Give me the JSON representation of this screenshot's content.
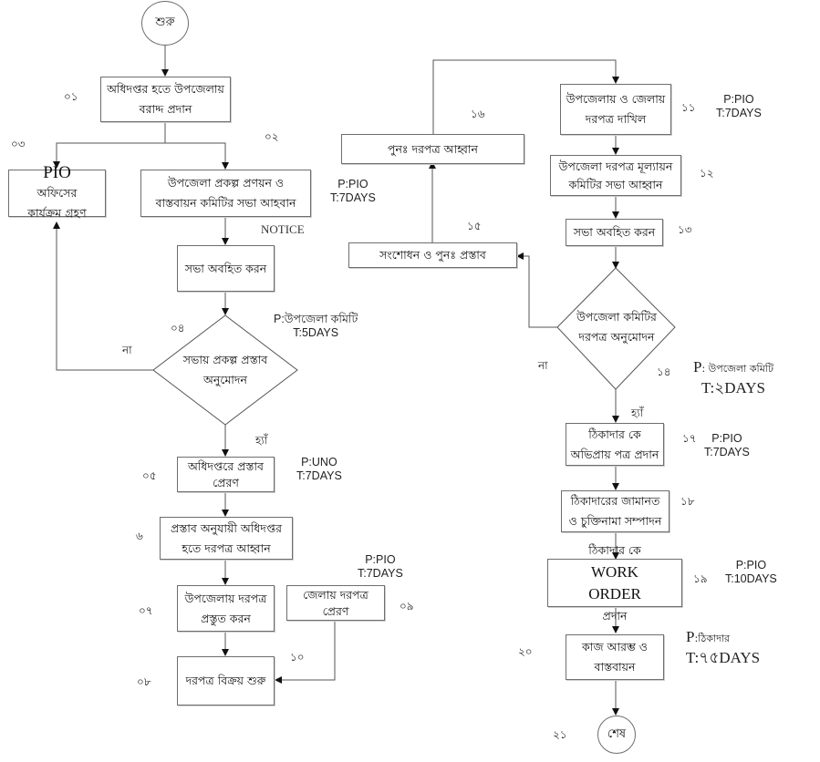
{
  "title": "দরপত্র প্রক্রিয়া ফ্লোচার্ট",
  "start": "শুরু",
  "end": "শেষ",
  "steps": {
    "s01": {
      "num": "০১",
      "line1": "অধিদপ্তর হতে উপজেলায়",
      "line2": "বরাদ্দ  প্রদান"
    },
    "s02": {
      "num": "০২",
      "line1": "উপজেলা প্রকল্প প্রণয়ন ও",
      "line2": "বাস্তবায়ন কমিটির সভা আহবান",
      "person": "P:PIO",
      "time": "T:7DAYS",
      "note": "NOTICE"
    },
    "s03": {
      "num": "০৩",
      "line1_en": "PIO",
      "line1": "অফিসের",
      "line2": "কার্যক্রম গ্রহণ"
    },
    "s03b": {
      "line1": "সভা অবহিত করন"
    },
    "s04": {
      "num": "০৪",
      "line1": "সভায় প্রকল্প প্রস্তাব",
      "line2": "অনুমোদন",
      "person": "P:উপজেলা কমিটি",
      "time": "T:5DAYS",
      "no": "না",
      "yes": "হ্যাঁ"
    },
    "s05": {
      "num": "০৫",
      "line1": "অধিদপ্তরে প্রস্তাব",
      "line2": "প্রেরণ",
      "person": "P:UNO",
      "time": "T:7DAYS"
    },
    "s06": {
      "num": "৬",
      "line1": "প্রস্তাব অনুযায়ী অধিদপ্তর",
      "line2": "হতে দরপত্র আহ্বান"
    },
    "s07": {
      "num": "০৭",
      "line1": "উপজেলায় দরপত্র",
      "line2": "প্রস্তুত করন"
    },
    "s08": {
      "num": "০৮",
      "line1": "দরপত্র বিক্রয় শুরু"
    },
    "s09": {
      "num": "০৯",
      "line1": "জেলায় দরপত্র",
      "line2": "প্রেরণ",
      "person": "P:PIO",
      "time": "T:7DAYS"
    },
    "s10": {
      "num": "১০"
    },
    "s11": {
      "num": "১১",
      "line1": "উপজেলায় ও জেলায়",
      "line2": "দরপত্র দাখিল",
      "person": "P:PIO",
      "time": "T:7DAYS"
    },
    "s12": {
      "num": "১২",
      "line1": "উপজেলা দরপত্র মূল্যায়ন",
      "line2": "কমিটির  সভা আহ্বান"
    },
    "s13": {
      "num": "১৩",
      "line1": "সভা অবহিত করন"
    },
    "s14": {
      "num": "১৪",
      "line1": "উপজেলা কমিটির",
      "line2": "দরপত্র অনুমোদন",
      "person_p": "P",
      "person": ": উপজেলা কমিটি",
      "time": "T:২DAYS",
      "no": "না",
      "yes": "হ্যাঁ"
    },
    "s15": {
      "num": "১৫",
      "line1": "সংশোধন ও পুনঃ প্রস্তাব"
    },
    "s16": {
      "num": "১৬",
      "line1": "পুনঃ দরপত্র আহ্বান"
    },
    "s17": {
      "num": "১৭",
      "line1": "ঠিকাদার কে",
      "line2": "অভিপ্রায় পত্র প্রদান",
      "person": "P:PIO",
      "time": "T:7DAYS"
    },
    "s18": {
      "num": "১৮",
      "line1": "ঠিকাদারের জামানত",
      "line2": "ও চুক্তিনামা সম্পাদন"
    },
    "s19": {
      "num": "১৯",
      "line1_a": "ঠিকাদার কে",
      "line1_en": "WORK",
      "line2_en": "ORDER",
      "line2": "প্রদান",
      "person": "P:PIO",
      "time": "T:10DAYS"
    },
    "s20": {
      "num": "২০",
      "line1": "কাজ আরম্ভ ও",
      "line2": "বাস্তবায়ন",
      "person_p": "P",
      "person": ":ঠিকাদার",
      "time_t": "T",
      "time": ":৭৫DAYS"
    },
    "s21": {
      "num": "২১"
    }
  },
  "colors": {
    "line": "#555555",
    "border": "#6e6e6e"
  }
}
